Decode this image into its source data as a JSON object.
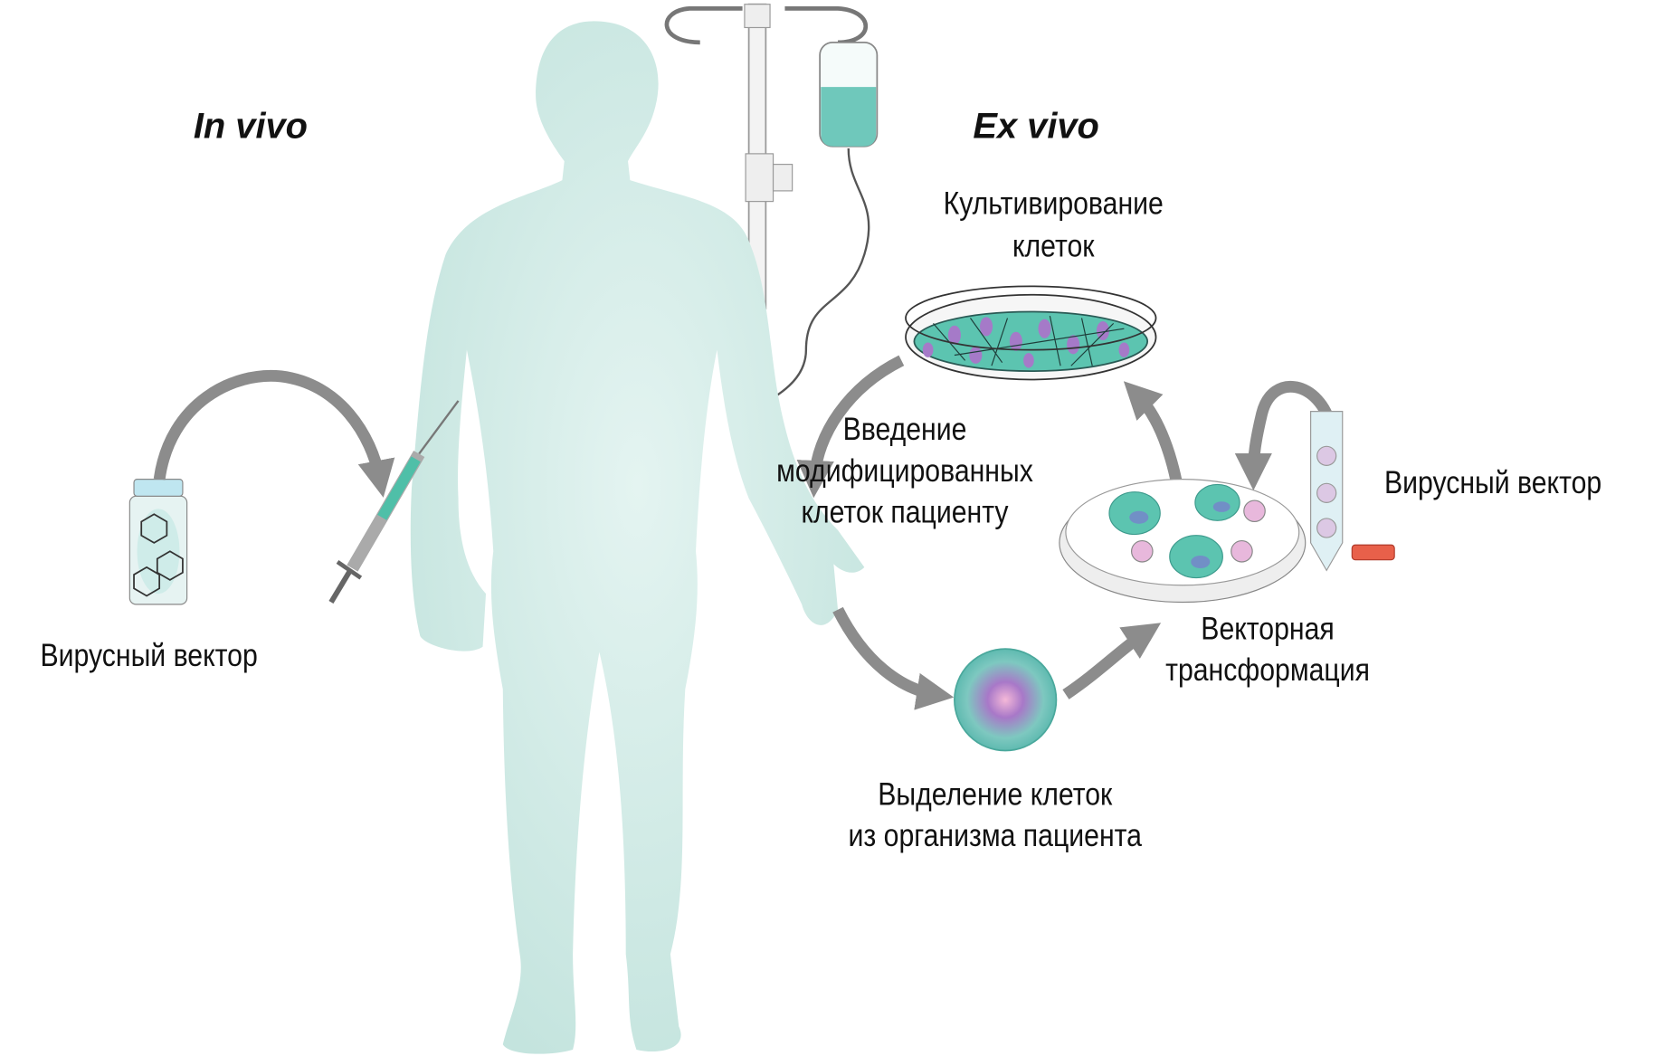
{
  "sections": {
    "in_vivo": "In vivo",
    "ex_vivo": "Ex vivo"
  },
  "labels": {
    "viral_vector_left": "Вирусный вектор",
    "viral_vector_right": "Вирусный вектор",
    "cell_culture": [
      "Культивирование",
      "клеток"
    ],
    "reintroduction": [
      "Введение",
      "модифицированных",
      "клеток пациенту"
    ],
    "vector_transformation": [
      "Векторная",
      "трансформация"
    ],
    "cell_isolation": [
      "Выделение клеток",
      "из организма пациента"
    ]
  },
  "colors": {
    "body": "#d4ece8",
    "teal": "#5cc4b0",
    "nucleus": "#a57ac8",
    "virus": "#e8b8dc",
    "arrow": "#8c8c8c",
    "cap": "#e8604a"
  }
}
